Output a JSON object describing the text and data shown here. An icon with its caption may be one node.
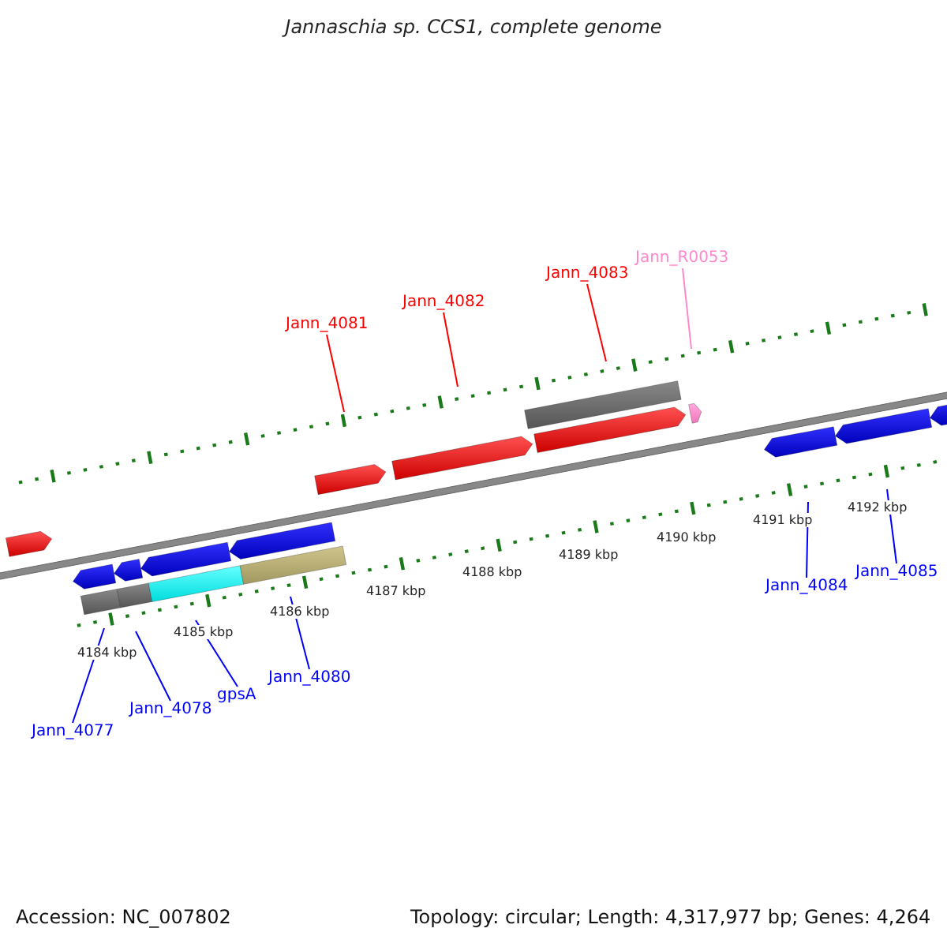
{
  "diagram": {
    "title": "Jannaschia sp. CCS1, complete genome",
    "nodes": [
      {
        "text": [
          "Jann_4081"
        ]
      },
      {
        "text": [
          "Jann_4082"
        ]
      },
      {
        "text": [
          "Jann_4083"
        ]
      },
      {
        "text": [
          "Jann_R0053"
        ]
      },
      {
        "text": [
          "Jann_4084"
        ]
      },
      {
        "text": [
          "Jann_4085"
        ]
      },
      {
        "text": [
          "Jann_4077"
        ]
      },
      {
        "text": [
          "Jann_4078"
        ]
      },
      {
        "text": [
          "gpsA"
        ]
      },
      {
        "text": [
          "Jann_4080"
        ]
      },
      {
        "text": [],
        "shape": "picture"
      }
    ],
    "edges": [
      {
        "from": 0,
        "to": 10,
        "arrow": "none",
        "color": "#ff0000"
      },
      {
        "from": 1,
        "to": 10,
        "arrow": "none",
        "color": "#ff0000"
      },
      {
        "from": 2,
        "to": 10,
        "arrow": "none",
        "color": "#ff0000"
      },
      {
        "from": 3,
        "to": 10,
        "arrow": "none",
        "color": "#ff88cc"
      },
      {
        "from": 4,
        "to": 10,
        "arrow": "none"
      },
      {
        "from": 5,
        "to": 10,
        "arrow": "none"
      },
      {
        "from": 6,
        "to": 10,
        "arrow": "none"
      },
      {
        "from": 7,
        "to": 10,
        "arrow": "none"
      },
      {
        "from": 8,
        "to": 10,
        "arrow": "none"
      },
      {
        "from": 9,
        "to": 10,
        "arrow": "none"
      }
    ],
    "labels": [
      "4184 kbp",
      "4185 kbp",
      "4186 kbp",
      "4187 kbp",
      "4188 kbp",
      "4189 kbp",
      "4190 kbp",
      "4191 kbp",
      "4192 kbp",
      "Accession: NC_007802",
      "Topology: circular; Length: 4,317,977 bp; Genes: 4,264"
    ]
  }
}
